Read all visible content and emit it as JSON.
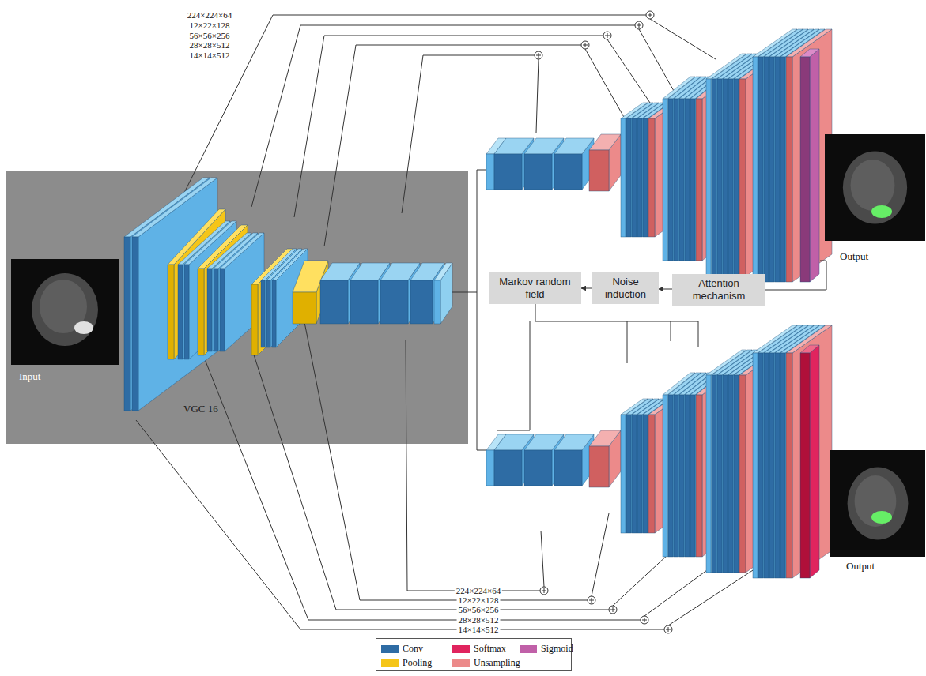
{
  "diagram": {
    "nodes": [
      {
        "text": [
          "VGC 16"
        ]
      },
      {
        "text": [
          "Markov random field"
        ]
      },
      {
        "text": [
          "Noise induction"
        ]
      },
      {
        "text": [
          "Attention mechanism"
        ]
      }
    ],
    "edges": [
      {
        "from": 3,
        "to": 2,
        "arrow": "to"
      },
      {
        "from": 2,
        "to": 1,
        "arrow": "to"
      }
    ],
    "labels": [
      "224×224×64",
      "12×22×128",
      "56×56×256",
      "28×28×512",
      "14×14×512",
      "224×224×64",
      "12×22×128",
      "56×56×256",
      "28×28×512",
      "14×14×512",
      "Input",
      "Output",
      "Output"
    ],
    "legend": [
      {
        "text": "Conv",
        "color": "#2e6ca4"
      },
      {
        "text": "Softmax",
        "color": "#e0245e"
      },
      {
        "text": "Sigmoid",
        "color": "#c060a8"
      },
      {
        "text": "Pooling",
        "color": "#f5c518"
      },
      {
        "text": "Unsampling",
        "color": "#ec8a8a"
      }
    ]
  }
}
